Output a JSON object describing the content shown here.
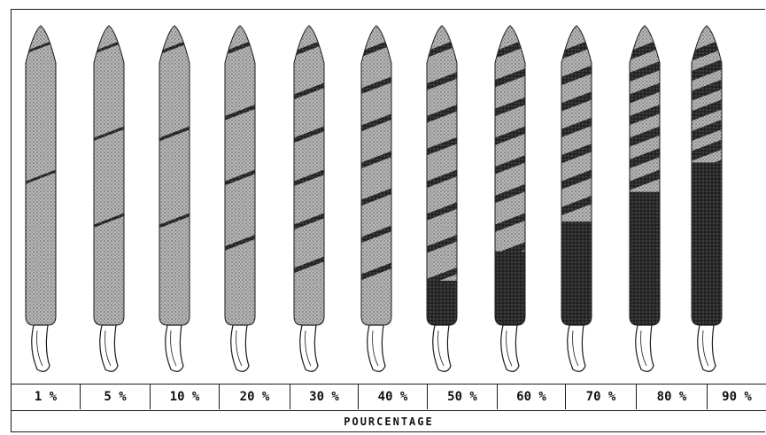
{
  "figure": {
    "items": [
      {
        "label": "1 %",
        "value": 1
      },
      {
        "label": "5 %",
        "value": 5
      },
      {
        "label": "10 %",
        "value": 10
      },
      {
        "label": "20 %",
        "value": 20
      },
      {
        "label": "30 %",
        "value": 30
      },
      {
        "label": "40 %",
        "value": 40
      },
      {
        "label": "50 %",
        "value": 50
      },
      {
        "label": "60 %",
        "value": 60
      },
      {
        "label": "70 %",
        "value": 70
      },
      {
        "label": "80 %",
        "value": 80
      },
      {
        "label": "90 %",
        "value": 90
      }
    ],
    "caption": "POURCENTAGE"
  },
  "colors": {
    "light": "#b5b5b5",
    "dark": "#262626",
    "outline": "#1a1a1a",
    "background": "#ffffff"
  },
  "icons": {
    "leaf": "leaf-icon",
    "sheath": "sheath-icon",
    "patch": "damage-patch-icon"
  }
}
